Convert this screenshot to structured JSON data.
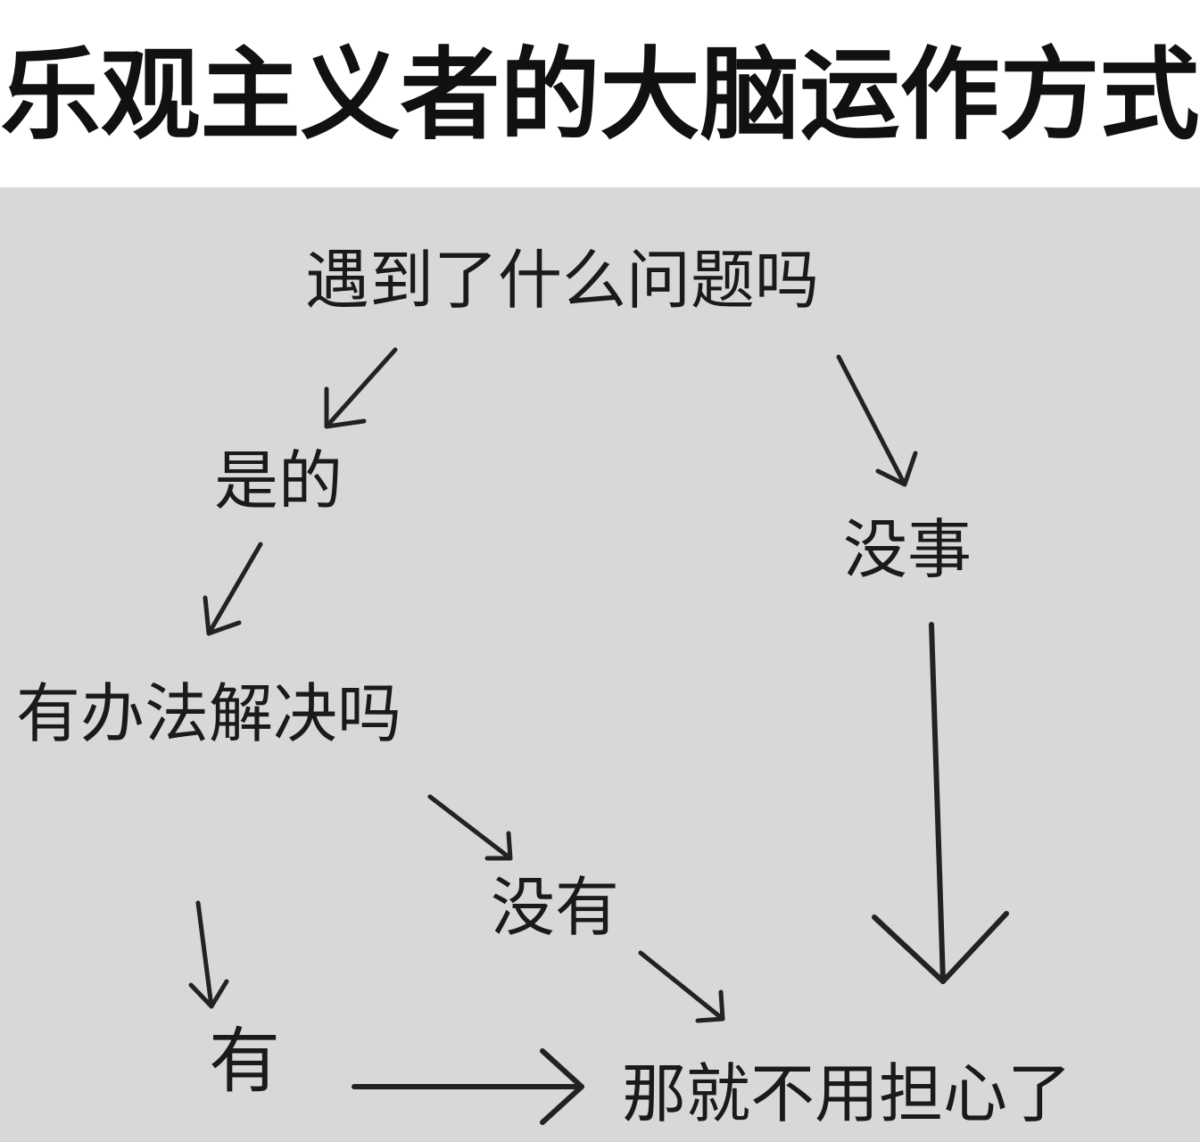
{
  "title": "乐观主义者的大脑运作方式",
  "nodes": {
    "question": "遇到了什么问题吗",
    "yes": "是的",
    "no_problem": "没事",
    "solvable": "有办法解决吗",
    "no_way": "没有",
    "has_way": "有",
    "conclusion": "那就不用担心了"
  },
  "colors": {
    "panel_background": "#d8d8da",
    "header_background": "#ffffff",
    "ink": "#1a1a1a"
  }
}
